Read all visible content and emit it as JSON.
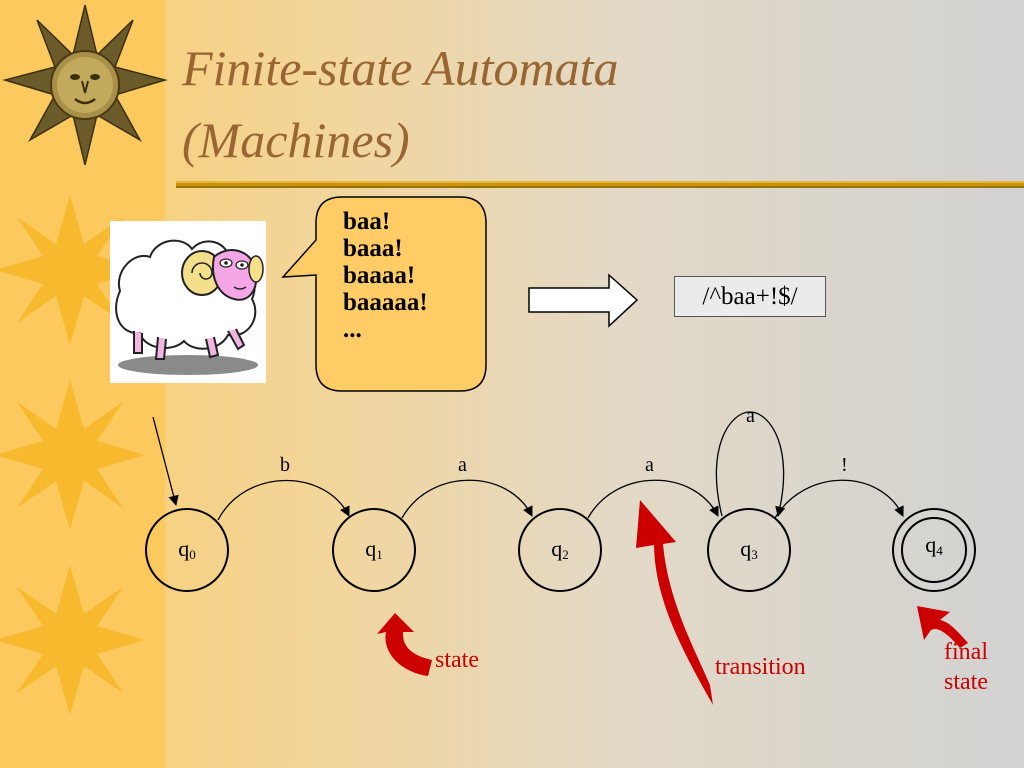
{
  "slide": {
    "title_line1": "Finite-state Automata",
    "title_line2": "(Machines)"
  },
  "speech_bubble": {
    "lines": [
      "baa!",
      "baaa!",
      "baaaa!",
      "baaaaa!",
      "..."
    ]
  },
  "regex": "/^baa+!$/",
  "automaton": {
    "states": [
      {
        "id": "q0",
        "name": "q",
        "sub": "0",
        "final": false,
        "start": true
      },
      {
        "id": "q1",
        "name": "q",
        "sub": "1",
        "final": false
      },
      {
        "id": "q2",
        "name": "q",
        "sub": "2",
        "final": false
      },
      {
        "id": "q3",
        "name": "q",
        "sub": "3",
        "final": false
      },
      {
        "id": "q4",
        "name": "q",
        "sub": "4",
        "final": true
      }
    ],
    "transitions": [
      {
        "from": "q0",
        "to": "q1",
        "label": "b"
      },
      {
        "from": "q1",
        "to": "q2",
        "label": "a"
      },
      {
        "from": "q2",
        "to": "q3",
        "label": "a"
      },
      {
        "from": "q3",
        "to": "q3",
        "label": "a"
      },
      {
        "from": "q3",
        "to": "q4",
        "label": "!"
      }
    ]
  },
  "callouts": {
    "state": "state",
    "transition": "transition",
    "final_state_line1": "final",
    "final_state_line2": "state"
  },
  "colors": {
    "title": "#996633",
    "callout": "#cc0000",
    "rule": "#c8940a",
    "side_strip": "#fcc95f"
  }
}
